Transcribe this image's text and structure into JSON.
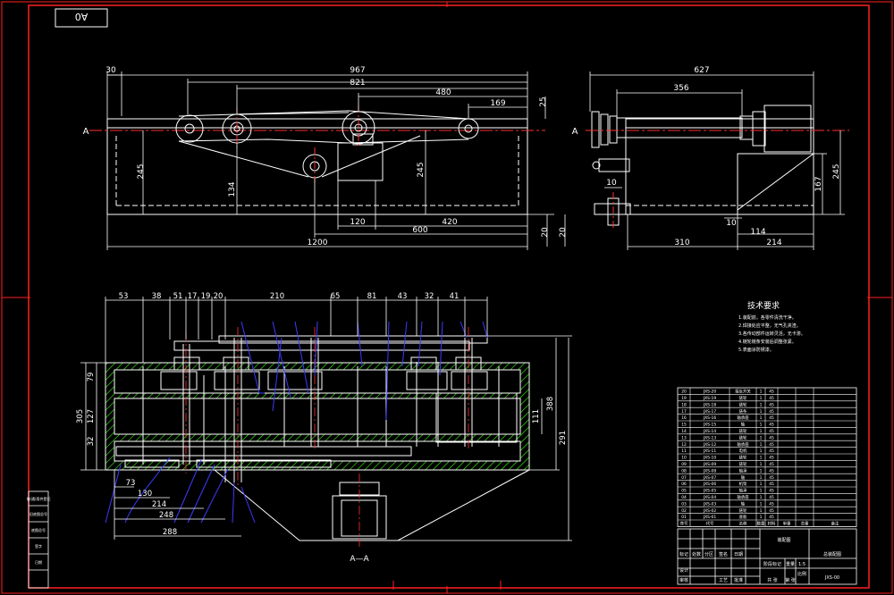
{
  "colors": {
    "background": "#000000",
    "frame": "#ff2020",
    "part": "#ffffff",
    "dimension": "#ffffff",
    "centerline": "#ff3030",
    "hatch": "#39ff14",
    "leader": "#3b3bff",
    "notes": "#ffffff"
  },
  "corner_label": "A0",
  "front_view": {
    "section_marker": "A",
    "dims_top": [
      "30",
      "967",
      "821",
      "480",
      "169"
    ],
    "dims_left": [
      "245",
      "134"
    ],
    "dims_inner": [
      "245",
      "25"
    ],
    "dims_bottom": [
      "120",
      "420",
      "600",
      "1200"
    ],
    "dims_right": [
      "20"
    ]
  },
  "side_view": {
    "section_marker": "A",
    "dims_top": [
      "627",
      "356"
    ],
    "dims_right": [
      "167",
      "245"
    ],
    "dims_inner": [
      "10",
      "10"
    ],
    "dims_bottom": [
      "20",
      "310",
      "114",
      "214"
    ]
  },
  "section_view": {
    "title": "A—A",
    "dims_top": [
      "53",
      "38",
      "51",
      "17",
      "19",
      "20",
      "210",
      "65",
      "81",
      "43",
      "32",
      "41"
    ],
    "dims_left": [
      "79",
      "305",
      "127",
      "32"
    ],
    "dims_right": [
      "111",
      "388",
      "291"
    ],
    "dims_bottom": [
      "73",
      "130",
      "214",
      "248",
      "288"
    ]
  },
  "notes": {
    "title": "技术要求",
    "lines": [
      "1.装配前，各零件清洗干净。",
      "2.焊接处应平整，无气孔夹渣。",
      "3.各传动部件运转灵活，无卡滞。",
      "4.链轮链条安装后调整张紧。",
      "5.表面涂防锈漆。"
    ]
  },
  "bom": {
    "rows": [
      [
        "20",
        "JXS-20",
        "接近开关",
        "1",
        "45"
      ],
      [
        "19",
        "JXS-19",
        "链轮",
        "1",
        "45"
      ],
      [
        "18",
        "JXS-18",
        "链轮",
        "1",
        "45"
      ],
      [
        "17",
        "JXS-17",
        "链条",
        "1",
        "45"
      ],
      [
        "16",
        "JXS-16",
        "轴承座",
        "1",
        "45"
      ],
      [
        "15",
        "JXS-15",
        "轴",
        "1",
        "45"
      ],
      [
        "14",
        "JXS-14",
        "链轮",
        "1",
        "45"
      ],
      [
        "13",
        "JXS-13",
        "链轮",
        "1",
        "45"
      ],
      [
        "12",
        "JXS-12",
        "轴承座",
        "1",
        "45"
      ],
      [
        "11",
        "JXS-11",
        "电机",
        "1",
        "45"
      ],
      [
        "10",
        "JXS-10",
        "链轮",
        "1",
        "45"
      ],
      [
        "09",
        "JXS-09",
        "链轮",
        "1",
        "45"
      ],
      [
        "08",
        "JXS-08",
        "轴承",
        "1",
        "45"
      ],
      [
        "07",
        "JXS-07",
        "轴",
        "1",
        "45"
      ],
      [
        "06",
        "JXS-06",
        "机架",
        "1",
        "45"
      ],
      [
        "05",
        "JXS-05",
        "轴承",
        "1",
        "45"
      ],
      [
        "04",
        "JXS-04",
        "轴承座",
        "1",
        "45"
      ],
      [
        "03",
        "JXS-03",
        "轴",
        "1",
        "45"
      ],
      [
        "02",
        "JXS-02",
        "链轮",
        "1",
        "45"
      ],
      [
        "01",
        "JXS-01",
        "底板",
        "1",
        "45"
      ]
    ],
    "header": [
      "序号",
      "代号",
      "名称",
      "数量",
      "材料",
      "单重",
      "总重",
      "备注"
    ]
  },
  "title_block": {
    "drawing_name": "总装配图",
    "part_name": "装配图",
    "drawing_code": "JXS-00",
    "scale": "1:5",
    "labels": [
      "设计",
      "审核",
      "工艺",
      "批准",
      "标记",
      "处数",
      "分区",
      "签名",
      "日期",
      "阶段标记",
      "重量",
      "比例",
      "共 张",
      "第 张"
    ]
  },
  "left_stamp": {
    "cells": [
      "借(通)用件登记",
      "旧底图总号",
      "底图总号",
      "签字",
      "日期"
    ]
  }
}
